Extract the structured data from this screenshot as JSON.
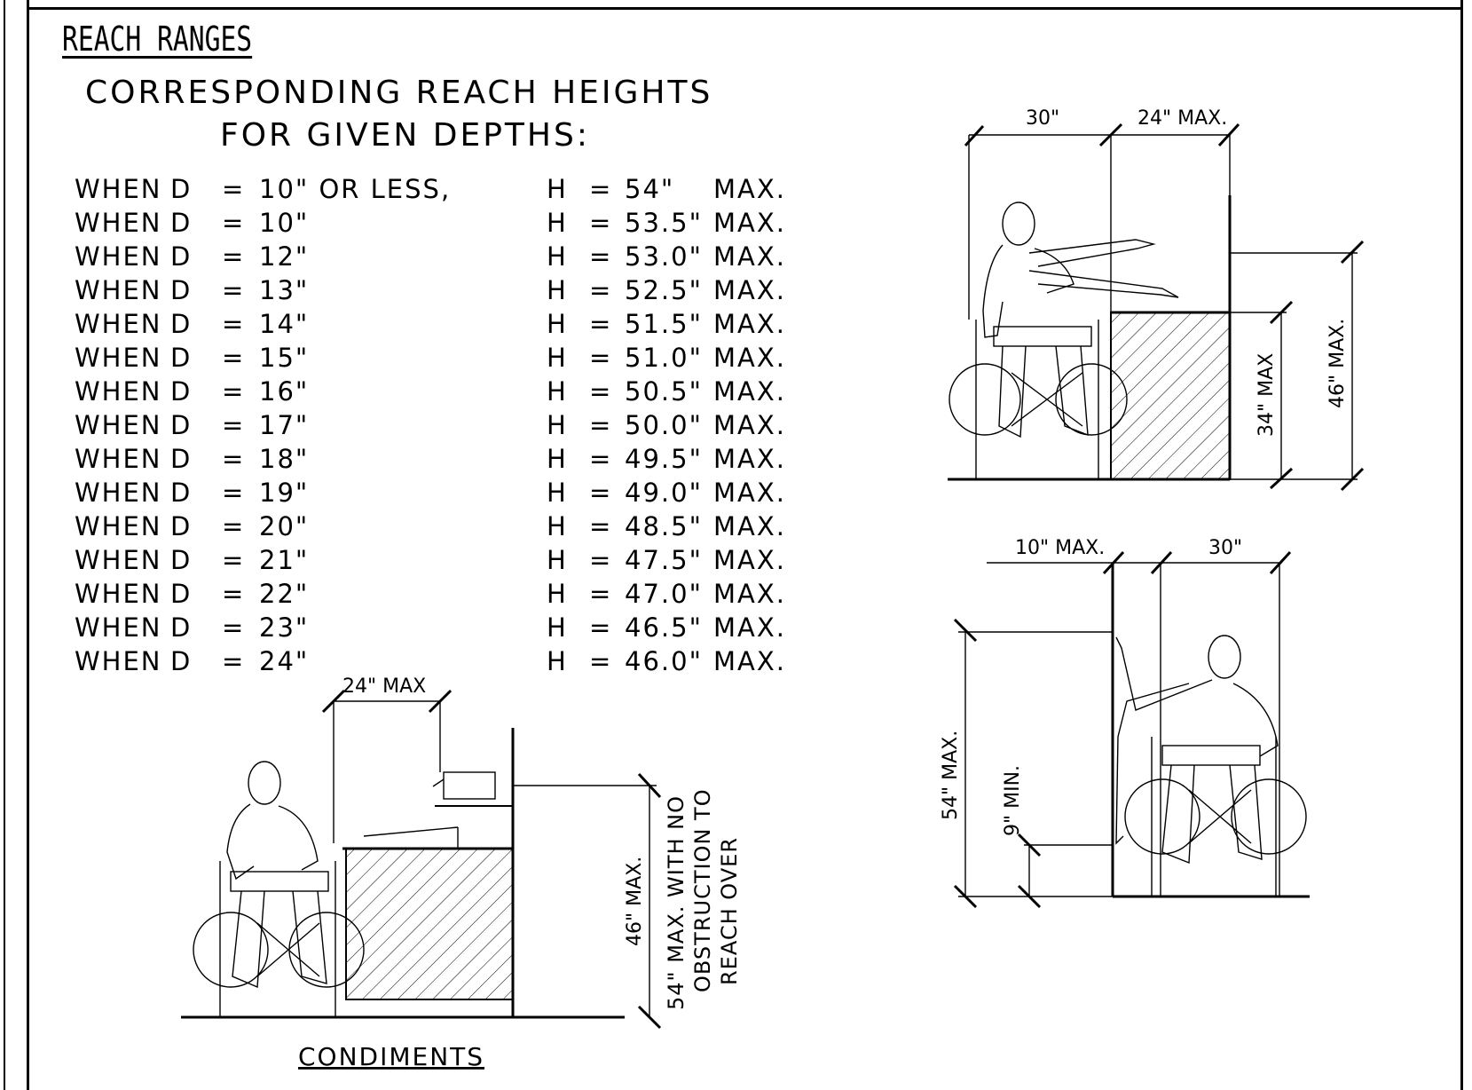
{
  "title": "REACH RANGES",
  "subtitle_line1": "CORRESPONDING REACH HEIGHTS",
  "subtitle_line2": "FOR GIVEN DEPTHS:",
  "rows": [
    {
      "when": "WHEN",
      "d": "D",
      "eq1": "=",
      "depth": "10\" OR LESS,",
      "h": "H",
      "eq2": "=",
      "height": "54\"",
      "max": "MAX."
    },
    {
      "when": "WHEN",
      "d": "D",
      "eq1": "=",
      "depth": "10\"",
      "h": "H",
      "eq2": "=",
      "height": "53.5\"",
      "max": "MAX."
    },
    {
      "when": "WHEN",
      "d": "D",
      "eq1": "=",
      "depth": "12\"",
      "h": "H",
      "eq2": "=",
      "height": "53.0\"",
      "max": "MAX."
    },
    {
      "when": "WHEN",
      "d": "D",
      "eq1": "=",
      "depth": "13\"",
      "h": "H",
      "eq2": "=",
      "height": "52.5\"",
      "max": "MAX."
    },
    {
      "when": "WHEN",
      "d": "D",
      "eq1": "=",
      "depth": "14\"",
      "h": "H",
      "eq2": "=",
      "height": "51.5\"",
      "max": "MAX."
    },
    {
      "when": "WHEN",
      "d": "D",
      "eq1": "=",
      "depth": "15\"",
      "h": "H",
      "eq2": "=",
      "height": "51.0\"",
      "max": "MAX."
    },
    {
      "when": "WHEN",
      "d": "D",
      "eq1": "=",
      "depth": "16\"",
      "h": "H",
      "eq2": "=",
      "height": "50.5\"",
      "max": "MAX."
    },
    {
      "when": "WHEN",
      "d": "D",
      "eq1": "=",
      "depth": "17\"",
      "h": "H",
      "eq2": "=",
      "height": "50.0\"",
      "max": "MAX."
    },
    {
      "when": "WHEN",
      "d": "D",
      "eq1": "=",
      "depth": "18\"",
      "h": "H",
      "eq2": "=",
      "height": "49.5\"",
      "max": "MAX."
    },
    {
      "when": "WHEN",
      "d": "D",
      "eq1": "=",
      "depth": "19\"",
      "h": "H",
      "eq2": "=",
      "height": "49.0\"",
      "max": "MAX."
    },
    {
      "when": "WHEN",
      "d": "D",
      "eq1": "=",
      "depth": "20\"",
      "h": "H",
      "eq2": "=",
      "height": "48.5\"",
      "max": "MAX."
    },
    {
      "when": "WHEN",
      "d": "D",
      "eq1": "=",
      "depth": "21\"",
      "h": "H",
      "eq2": "=",
      "height": "47.5\"",
      "max": "MAX."
    },
    {
      "when": "WHEN",
      "d": "D",
      "eq1": "=",
      "depth": "22\"",
      "h": "H",
      "eq2": "=",
      "height": "47.0\"",
      "max": "MAX."
    },
    {
      "when": "WHEN",
      "d": "D",
      "eq1": "=",
      "depth": "23\"",
      "h": "H",
      "eq2": "=",
      "height": "46.5\"",
      "max": "MAX."
    },
    {
      "when": "WHEN",
      "d": "D",
      "eq1": "=",
      "depth": "24\"",
      "h": "H",
      "eq2": "=",
      "height": "46.0\"",
      "max": "MAX."
    }
  ],
  "diagram_top_right": {
    "dim_depth": "30\"",
    "dim_reach": "24\" MAX.",
    "dim_counter": "34\" MAX",
    "dim_reach_height": "46\" MAX."
  },
  "diagram_bottom_right": {
    "dim_offset": "10\" MAX.",
    "dim_depth": "30\"",
    "dim_high": "54\" MAX.",
    "dim_low": "9\" MIN."
  },
  "diagram_condiments": {
    "dim_reach": "24\" MAX",
    "dim_height": "46\" MAX.",
    "note_line1": "54\" MAX. WITH NO",
    "note_line2": "OBSTRUCTION TO",
    "note_line3": "REACH OVER",
    "caption": "CONDIMENTS"
  }
}
